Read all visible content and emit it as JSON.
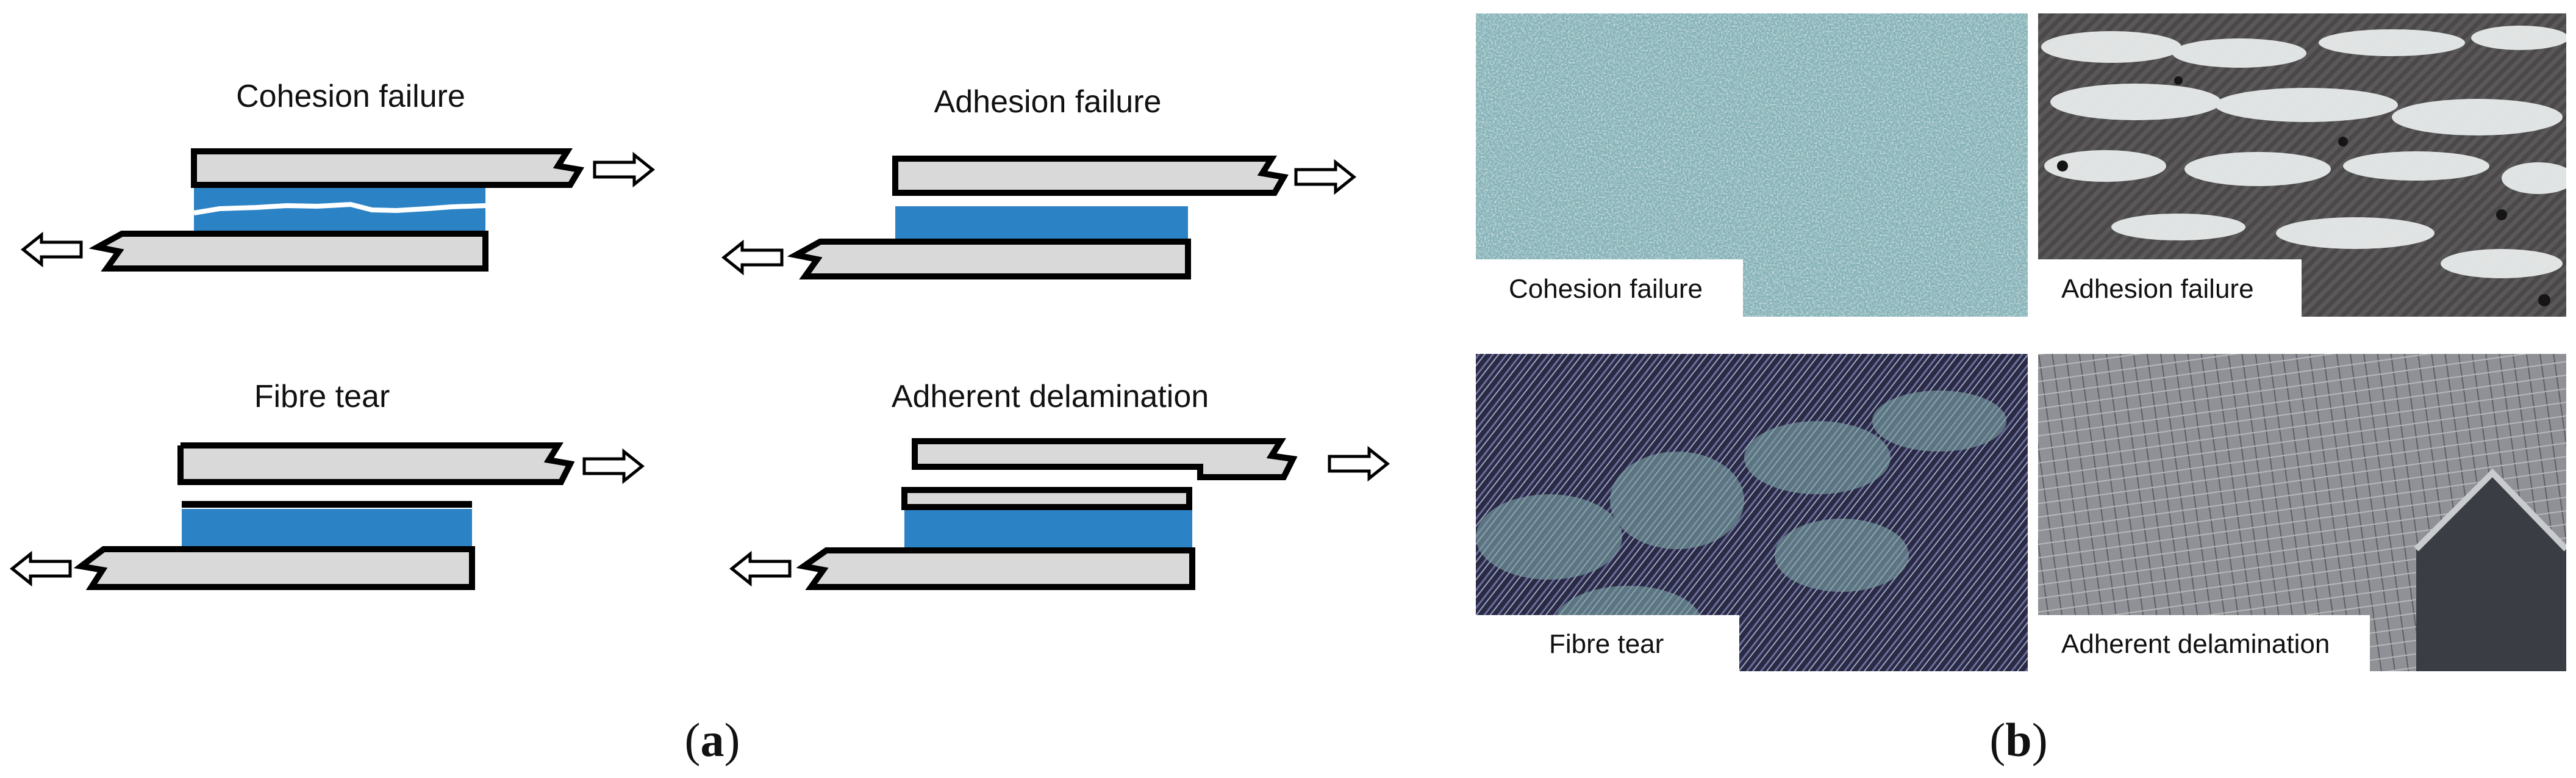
{
  "panel_a": {
    "label": "a",
    "diagrams": [
      {
        "id": "cohesion",
        "title": "Cohesion failure"
      },
      {
        "id": "adhesion",
        "title": "Adhesion failure"
      },
      {
        "id": "fibre",
        "title": "Fibre tear"
      },
      {
        "id": "delam",
        "title": "Adherent  delamination"
      }
    ]
  },
  "panel_b": {
    "label": "b",
    "photos": [
      {
        "id": "cohesion",
        "caption": "Cohesion failure"
      },
      {
        "id": "adhesion",
        "caption": "Adhesion failure"
      },
      {
        "id": "fibre",
        "caption": "Fibre tear"
      },
      {
        "id": "delam",
        "caption": "Adherent delamination"
      }
    ]
  },
  "colors": {
    "adhesive": "#2b83c6",
    "adherend": "#d9d9d9",
    "outline": "#000000"
  }
}
